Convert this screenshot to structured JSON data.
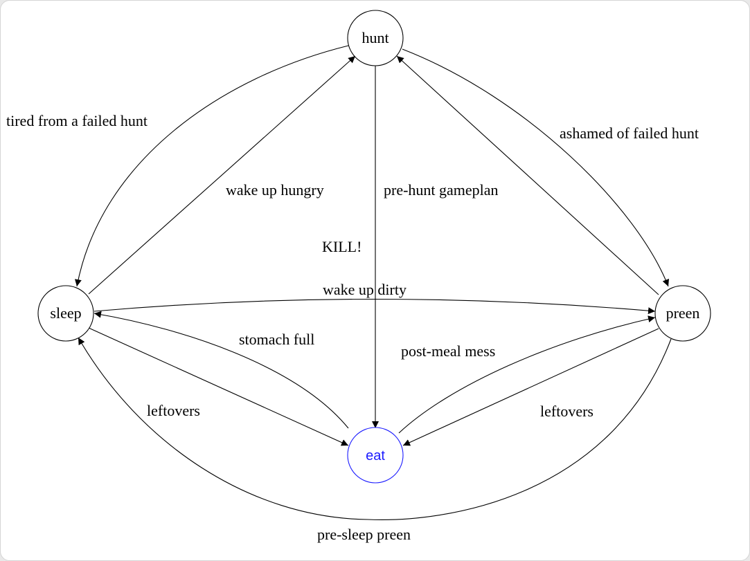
{
  "diagram": {
    "type": "state-machine",
    "colors": {
      "edge": "#000000",
      "node_border": "#000000",
      "active_state": "#1a1aff",
      "background": "#ffffff"
    },
    "nodes": {
      "hunt": {
        "label": "hunt",
        "active": false
      },
      "sleep": {
        "label": "sleep",
        "active": false
      },
      "preen": {
        "label": "preen",
        "active": false
      },
      "eat": {
        "label": "eat",
        "active": true
      }
    },
    "edges": {
      "hunt_sleep": {
        "from": "hunt",
        "to": "sleep",
        "label": "tired from a failed hunt"
      },
      "sleep_hunt": {
        "from": "sleep",
        "to": "hunt",
        "label": "wake up hungry"
      },
      "hunt_eat": {
        "from": "hunt",
        "to": "eat",
        "label": "pre-hunt gameplan"
      },
      "hunt_eat_kill": {
        "label": "KILL!"
      },
      "hunt_preen": {
        "from": "hunt",
        "to": "preen",
        "label": "ashamed of failed hunt"
      },
      "preen_hunt": {
        "from": "preen",
        "to": "hunt",
        "label": ""
      },
      "sleep_preen": {
        "from": "sleep",
        "to": "preen",
        "label": "wake up dirty"
      },
      "eat_sleep": {
        "from": "eat",
        "to": "sleep",
        "label": "stomach full"
      },
      "sleep_eat": {
        "from": "sleep",
        "to": "eat",
        "label": "leftovers"
      },
      "eat_preen": {
        "from": "eat",
        "to": "preen",
        "label": "post-meal mess"
      },
      "preen_eat": {
        "from": "preen",
        "to": "eat",
        "label": "leftovers"
      },
      "preen_sleep": {
        "from": "preen",
        "to": "sleep",
        "label": "pre-sleep preen"
      }
    }
  }
}
